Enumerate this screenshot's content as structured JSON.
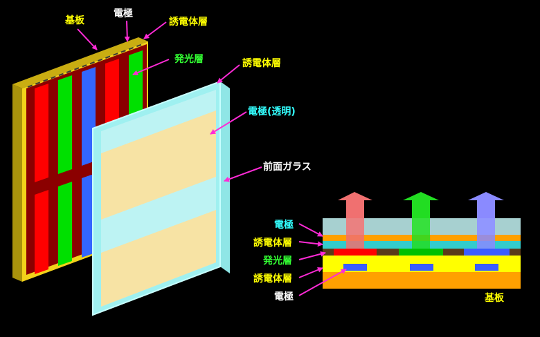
{
  "colors": {
    "background": "#000000",
    "substrate": "#f2d21a",
    "substrate_dark": "#a8920c",
    "electrode_dark_red": "#8b0000",
    "red": "#ff0000",
    "green": "#00e000",
    "blue": "#3366ff",
    "glass_edge": "#9ff0f0",
    "glass_pane": "#bdf3f3",
    "transparent_electrode": "#f7e3a4",
    "arrow_magenta": "#ff2bd6",
    "cs_orange": "#ffa000",
    "cs_teal": "#33cccc",
    "cs_yellow": "#ffff00",
    "cs_brown": "#5a3a1a",
    "cs_pixel_blue": "#3a5cff",
    "light_red": "#f07070",
    "light_green": "#22dd22",
    "light_blue": "#8a8aff",
    "label_yellow": "#ffff00",
    "label_white": "#ffffff",
    "label_green": "#33ff33",
    "label_cyan": "#33ffff"
  },
  "labels": {
    "substrate": "基板",
    "electrode": "電極",
    "dielectric_back": "誘電体層",
    "emitting": "発光層",
    "dielectric_front": "誘電体層",
    "electrode_transparent": "電極(透明)",
    "front_glass": "前面ガラス"
  },
  "cross_section": {
    "electrode": "電極",
    "dielectric_top": "誘電体層",
    "emitting": "発光層",
    "dielectric_bottom": "誘電体層",
    "electrode_bottom": "電極",
    "substrate": "基板"
  },
  "icons": {
    "pointer": "arrow-pointer-icon",
    "emission": "light-emission-arrow-icon"
  }
}
